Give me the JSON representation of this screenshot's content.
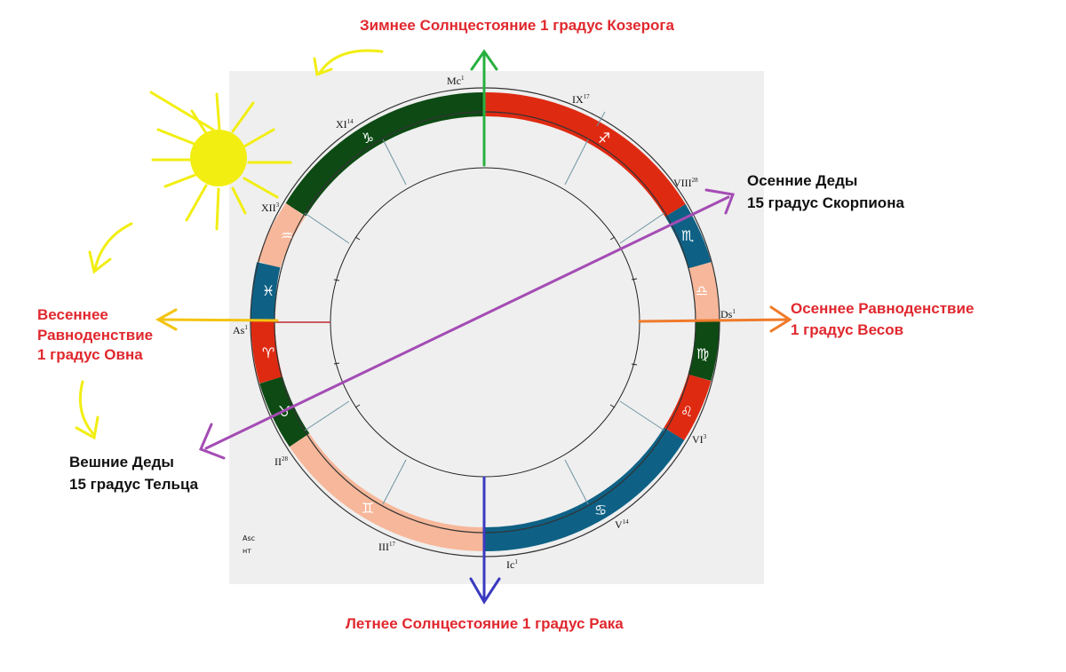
{
  "colors": {
    "dark_green": "#0d4a14",
    "red": "#df2a12",
    "salmon": "#f7b79a",
    "teal": "#0e6185",
    "arrow_green": "#28b040",
    "arrow_blue": "#3a3ac0",
    "arrow_orange": "#f07a2a",
    "arrow_yellow": "#f4c412",
    "arrow_purple": "#a44cb4",
    "sun_yellow": "#f2ee12",
    "panel_gray": "#efefef",
    "label_red": "#e0282e"
  },
  "labels": {
    "winter": "Зимнее Солнцестояние 1 градус Козерога",
    "summer": "Летнее Солнцестояние 1 градус Рака",
    "spring_line1": "Весеннее",
    "spring_line2": "Равноденствие",
    "spring_line3": "1 градус Овна",
    "autumn_line1": "Осеннее Равноденствие",
    "autumn_line2": "1 градус Весов",
    "autumn_dedy_line1": "Осенние Деды",
    "autumn_dedy_line2": "15 градус Скорпиона",
    "spring_dedy_line1": "Вешние Деды",
    "spring_dedy_line2": "15 градус Тельца"
  },
  "wheel": {
    "angles": {
      "mc": {
        "label": "Mc",
        "sup": "1"
      },
      "ic": {
        "label": "Ic",
        "sup": "1"
      },
      "as": {
        "label": "As",
        "sup": "1"
      },
      "ds": {
        "label": "Ds",
        "sup": "1"
      }
    },
    "houses": [
      {
        "label": "XI",
        "sup": "14"
      },
      {
        "label": "IX",
        "sup": "17"
      },
      {
        "label": "VIII",
        "sup": "28"
      },
      {
        "label": "XII",
        "sup": "3"
      },
      {
        "label": "VI",
        "sup": "3"
      },
      {
        "label": "II",
        "sup": "28"
      },
      {
        "label": "V",
        "sup": "14"
      },
      {
        "label": "III",
        "sup": "17"
      }
    ],
    "signs": [
      {
        "name": "capricorn",
        "glyph": "♑"
      },
      {
        "name": "sagittarius",
        "glyph": "♐"
      },
      {
        "name": "aquarius",
        "glyph": "♒"
      },
      {
        "name": "scorpio",
        "glyph": "♏"
      },
      {
        "name": "pisces",
        "glyph": "♓"
      },
      {
        "name": "libra",
        "glyph": "♎"
      },
      {
        "name": "aries",
        "glyph": "♈"
      },
      {
        "name": "virgo",
        "glyph": "♍"
      },
      {
        "name": "taurus",
        "glyph": "♉"
      },
      {
        "name": "leo",
        "glyph": "♌"
      },
      {
        "name": "gemini",
        "glyph": "♊"
      },
      {
        "name": "cancer",
        "glyph": "♋"
      }
    ],
    "legend_line1": "Asc",
    "legend_line2": "нт"
  }
}
